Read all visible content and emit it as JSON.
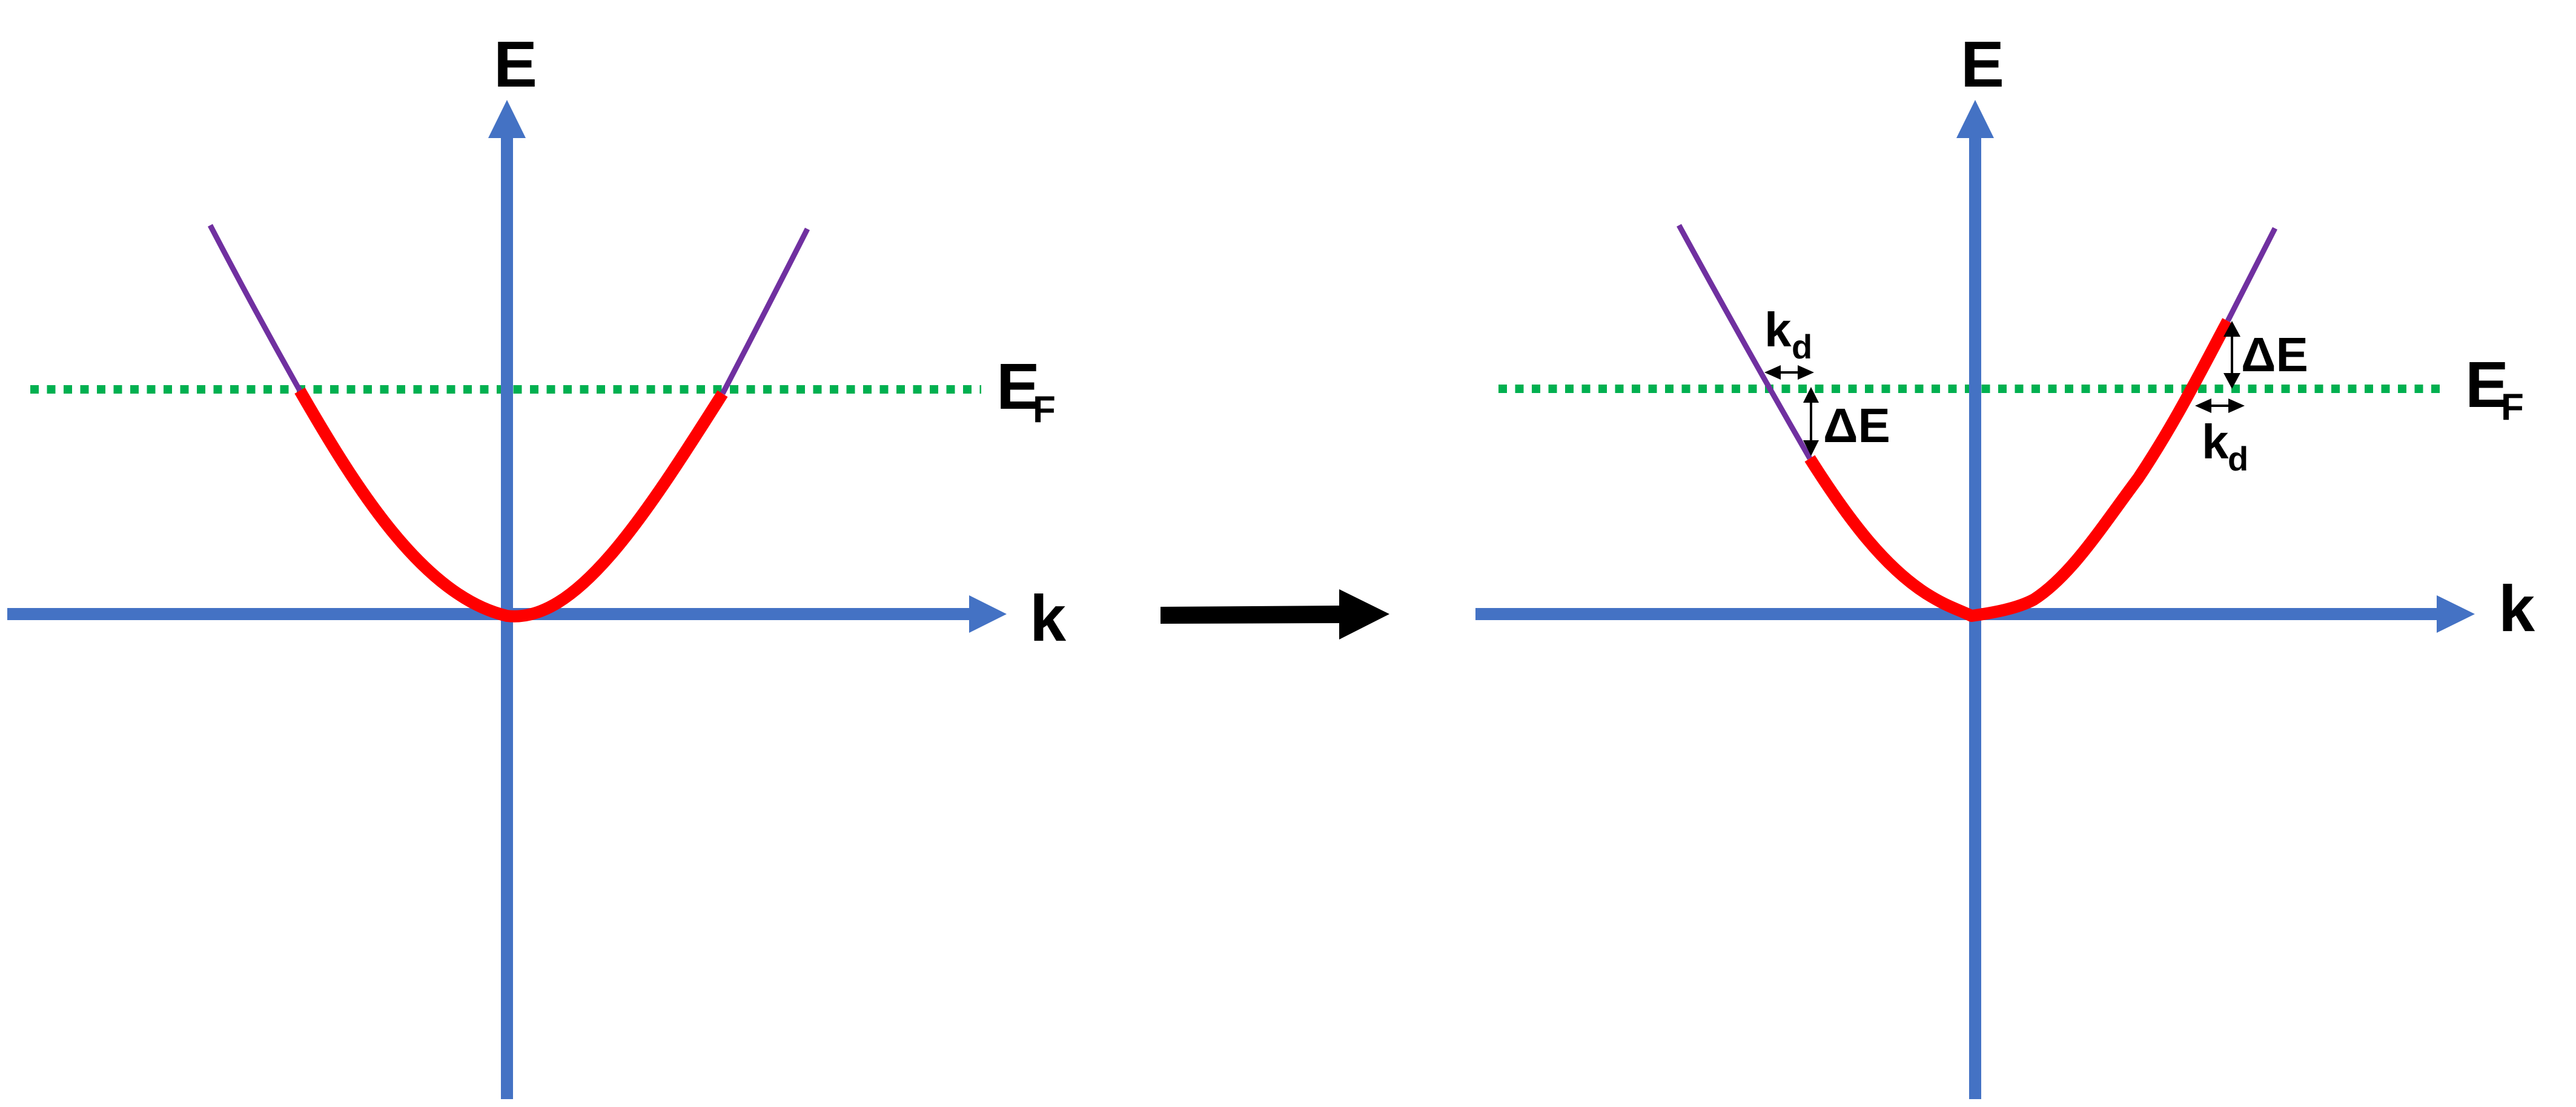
{
  "colors": {
    "axis": "#4472C4",
    "fermi_line": "#00B050",
    "band_unoccupied": "#7030A0",
    "band_occupied": "#FF0000",
    "annotation": "#000000",
    "background": "#FFFFFF"
  },
  "left_panel": {
    "energy_axis_label": "E",
    "momentum_axis_label": "k",
    "fermi_label_main": "E",
    "fermi_label_sub": "F"
  },
  "transition_arrow": {
    "icon": "right-arrow-icon"
  },
  "right_panel": {
    "energy_axis_label": "E",
    "momentum_axis_label": "k",
    "fermi_label_main": "E",
    "fermi_label_sub": "F",
    "left_kd_main": "k",
    "left_kd_sub": "d",
    "left_delta_e": "ΔE",
    "right_kd_main": "k",
    "right_kd_sub": "d",
    "right_delta_e": "ΔE"
  }
}
